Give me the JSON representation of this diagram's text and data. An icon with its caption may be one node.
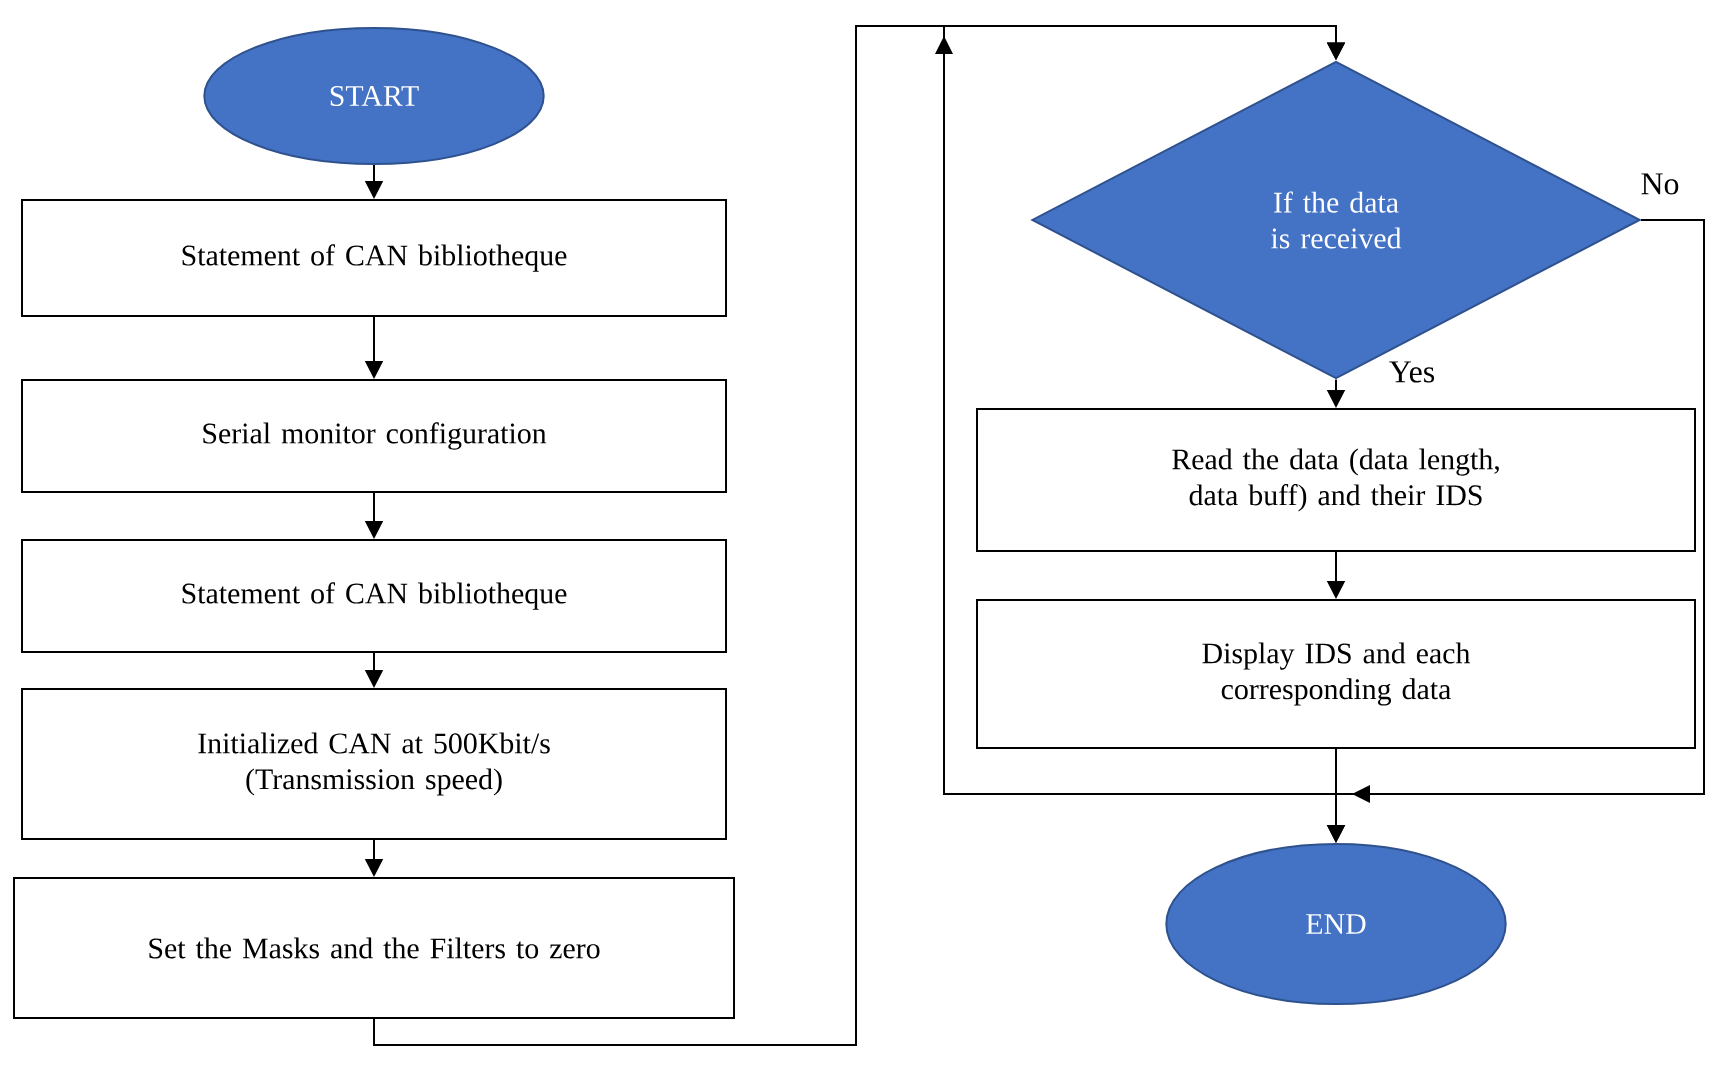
{
  "diagram": {
    "nodes": [
      {
        "text": [
          "START"
        ]
      },
      {
        "text": [
          "Statement of CAN bibliotheque"
        ]
      },
      {
        "text": [
          "Serial monitor configuration"
        ]
      },
      {
        "text": [
          "Statement of CAN bibliotheque"
        ]
      },
      {
        "text": [
          "Initialized CAN at 500Kbit/s (Transmission speed)"
        ]
      },
      {
        "text": [
          "Set the Masks and the Filters to zero"
        ]
      },
      {
        "text": [
          "If the data is received"
        ]
      },
      {
        "text": [
          "Read the data (data length, data buff) and their IDS"
        ]
      },
      {
        "text": [
          "Display IDS and each corresponding data"
        ]
      },
      {
        "text": [
          "END"
        ]
      }
    ],
    "edges": [
      {
        "from": 0,
        "to": 1,
        "arrow": "to"
      },
      {
        "from": 1,
        "to": 2,
        "arrow": "to"
      },
      {
        "from": 2,
        "to": 3,
        "arrow": "to"
      },
      {
        "from": 3,
        "to": 4,
        "arrow": "to"
      },
      {
        "from": 4,
        "to": 5,
        "arrow": "to"
      },
      {
        "from": 5,
        "to": 6,
        "arrow": "to"
      },
      {
        "from": 6,
        "to": 7,
        "arrow": "to",
        "label": "Yes"
      },
      {
        "from": 7,
        "to": 8,
        "arrow": "to"
      },
      {
        "from": 8,
        "to": 9,
        "arrow": "to"
      },
      {
        "from": 8,
        "to": 6,
        "arrow": "to"
      },
      {
        "from": 6,
        "to": 9,
        "arrow": "to",
        "label": "No"
      }
    ]
  }
}
